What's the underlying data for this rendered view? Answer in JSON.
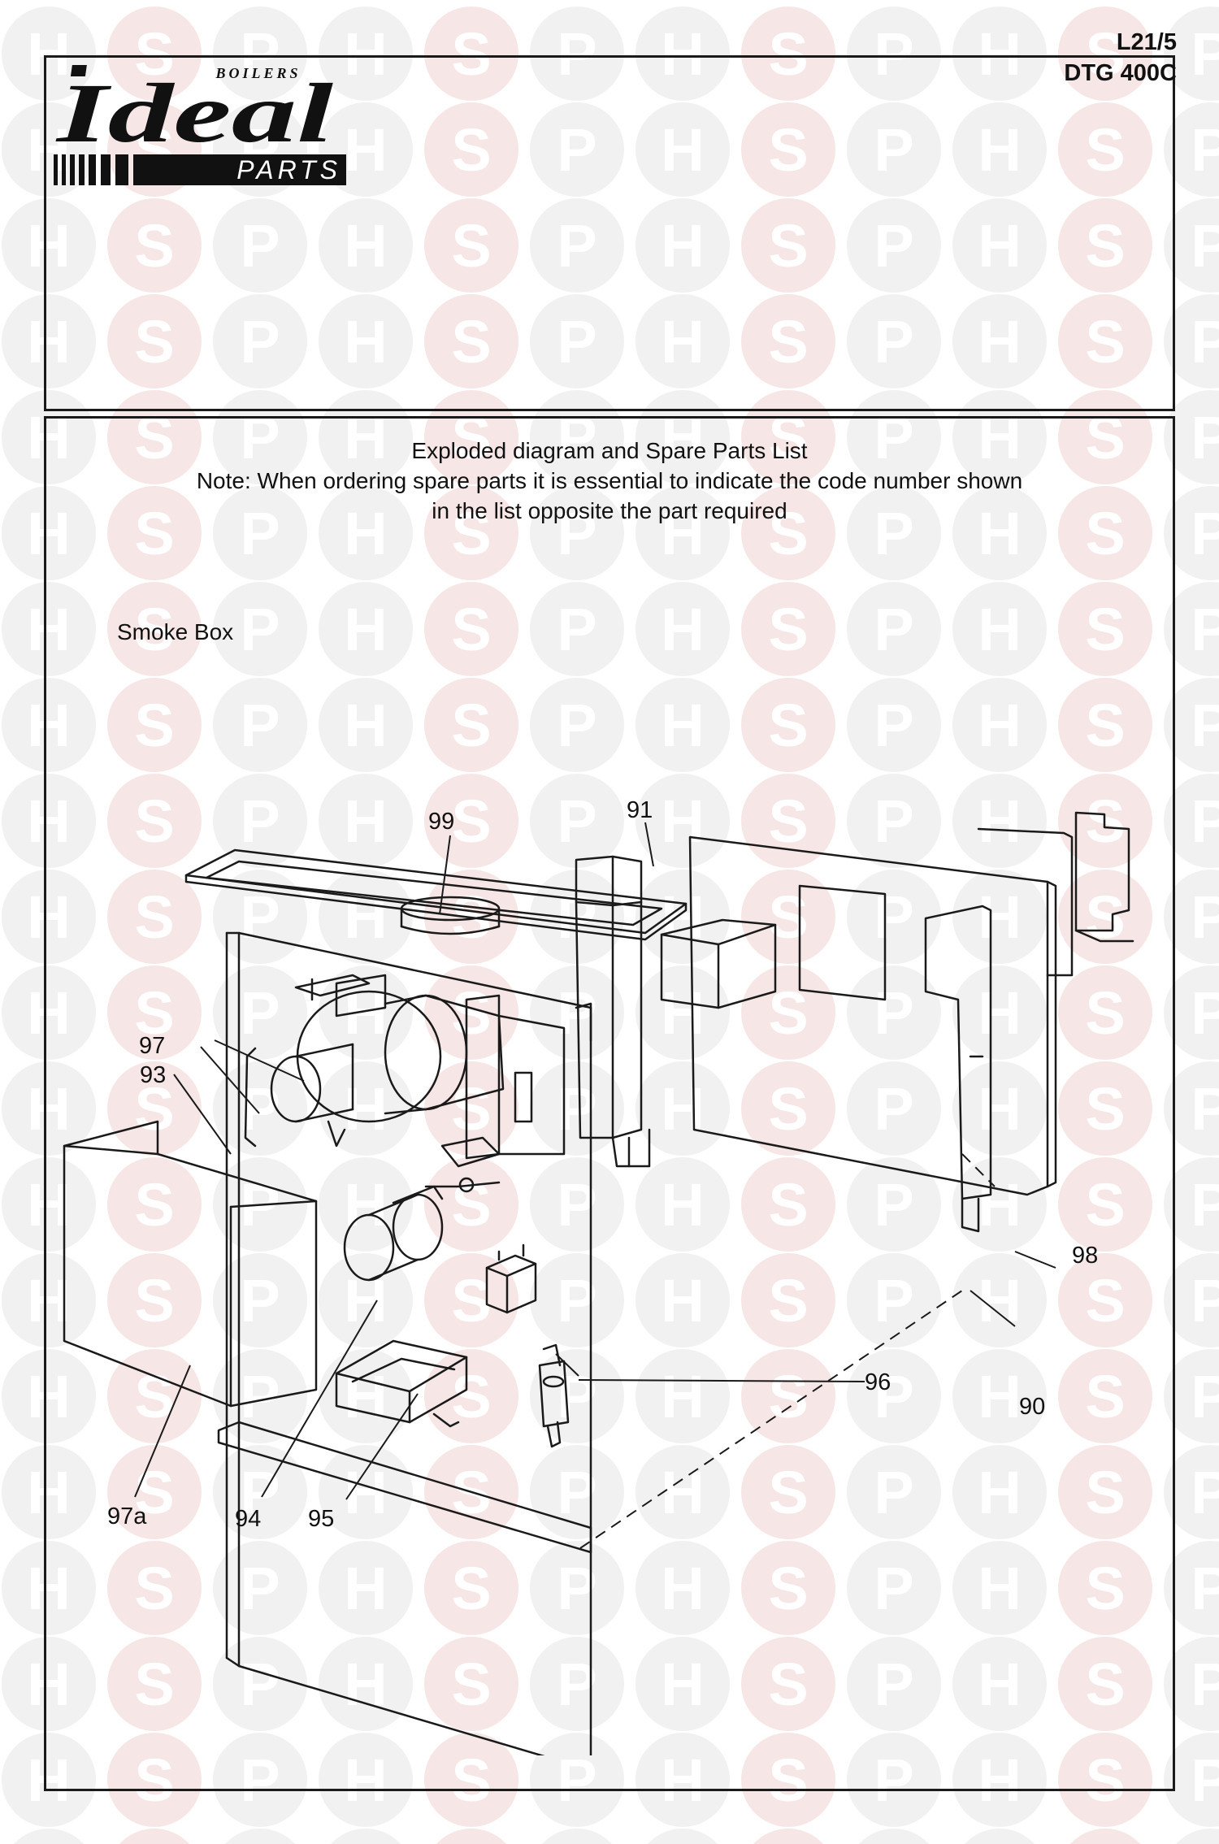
{
  "page_ref": "L21/5",
  "model": "DTG 400C",
  "logo": {
    "brand_small": "BOILERS",
    "brand": "Ideal",
    "sub": "PARTS"
  },
  "watermark_letters": [
    "H",
    "S",
    "P"
  ],
  "heading": {
    "title": "Exploded diagram and Spare Parts List",
    "note_line1": "Note: When ordering spare parts it is essential to indicate the code number shown",
    "note_line2": "in the list opposite the part required"
  },
  "section_title": "Smoke Box",
  "callouts": {
    "c90": "90",
    "c91": "91",
    "c93": "93",
    "c94": "94",
    "c95": "95",
    "c96": "96",
    "c97": "97",
    "c97a": "97a",
    "c98": "98",
    "c99": "99"
  }
}
